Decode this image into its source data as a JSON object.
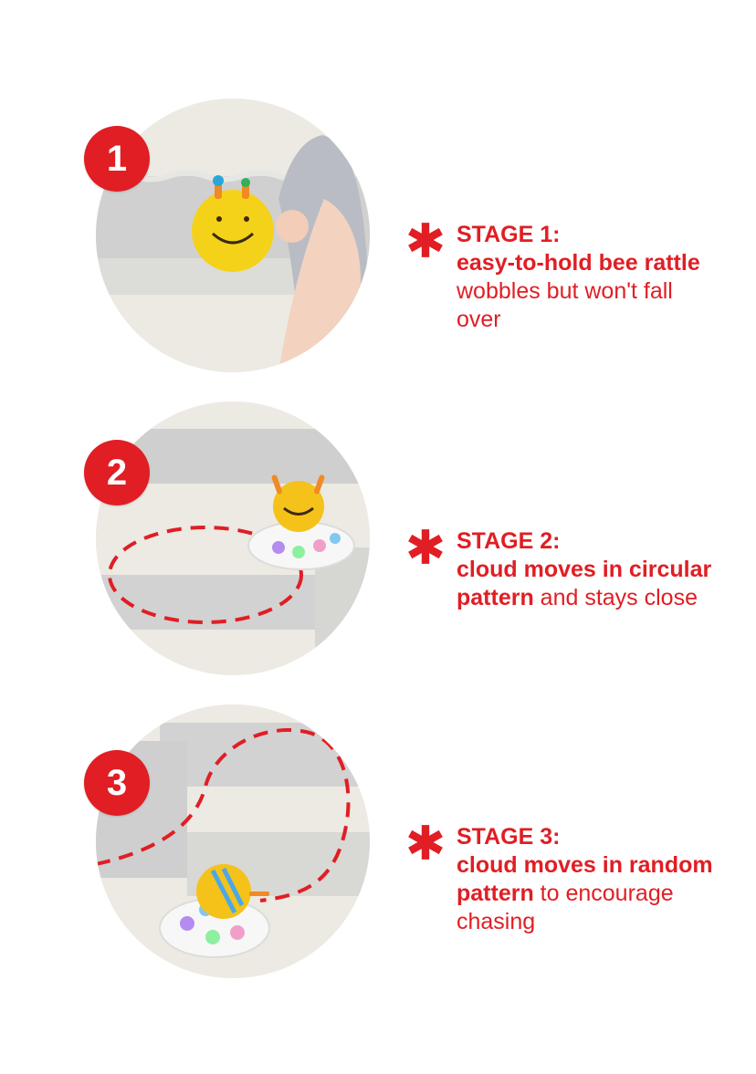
{
  "stages": [
    {
      "number": "1",
      "title": "STAGE 1:",
      "bold": "easy-to-hold bee rattle",
      "rest": " wobbles but won't fall over",
      "image_alt": "Baby holding yellow bee rattle on play mat"
    },
    {
      "number": "2",
      "title": "STAGE 2:",
      "bold": "cloud moves in circular pattern",
      "rest": " and stays close",
      "image_alt": "Bee on cloud base moving in circle on play mat"
    },
    {
      "number": "3",
      "title": "STAGE 3:",
      "bold": "cloud moves in random pattern",
      "rest": " to encourage chasing",
      "image_alt": "Bee on cloud base moving randomly on play mat"
    }
  ],
  "colors": {
    "accent": "#e01e24",
    "mat_light": "#eceae3",
    "mat_gray": "#cfcfcf"
  },
  "icons": {
    "bullet": "asterisk-icon"
  }
}
